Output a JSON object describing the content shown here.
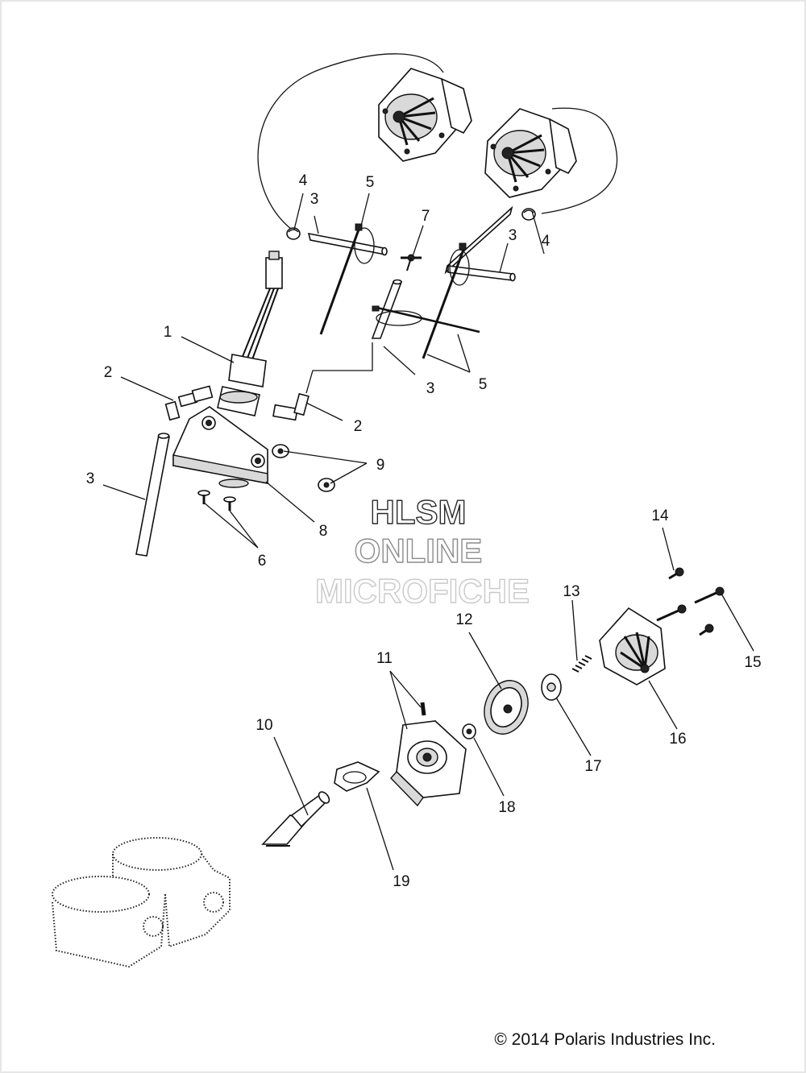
{
  "watermark": {
    "line1": "HLSM",
    "line2": "ONLINE",
    "line3": "MICROFICHE"
  },
  "copyright": "© 2014 Polaris Industries Inc.",
  "callouts": [
    "1",
    "2",
    "2",
    "3",
    "3",
    "3",
    "3",
    "4",
    "4",
    "5",
    "5",
    "6",
    "7",
    "8",
    "9",
    "10",
    "11",
    "12",
    "13",
    "14",
    "15",
    "16",
    "17",
    "18",
    "19"
  ]
}
